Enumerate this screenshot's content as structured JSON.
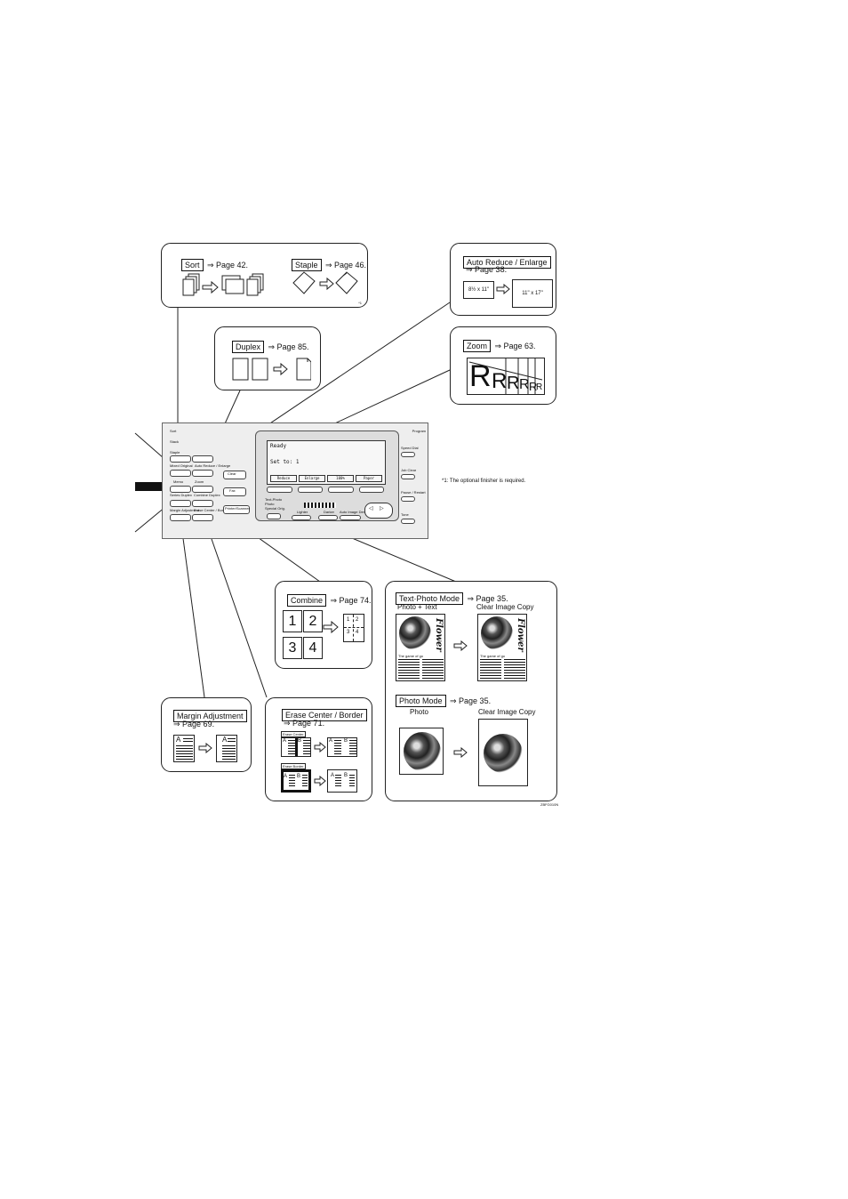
{
  "sort": {
    "label": "Sort",
    "ref": "⇒ Page 42."
  },
  "staple": {
    "label": "Staple",
    "ref": "⇒ Page 46.",
    "note_mark": "*1"
  },
  "auto_reduce": {
    "label": "Auto Reduce / Enlarge",
    "ref": "⇒ Page 38.",
    "from_size": "8½ x 11\"",
    "to_size": "11\" x 17\""
  },
  "duplex": {
    "label": "Duplex",
    "ref": "⇒ Page 85."
  },
  "zoom": {
    "label": "Zoom",
    "ref": "⇒ Page 63.",
    "letter": "R"
  },
  "footnote": "*1: The optional finisher is required.",
  "panel": {
    "display": {
      "line1": "Ready",
      "line2": "Set to: 1",
      "sub": [
        "Reduce",
        "Enlarge",
        "100%",
        "Paper"
      ]
    },
    "left_labels": [
      "Sort",
      "Stack",
      "Staple"
    ],
    "buttons": [
      "Mixed Original",
      "Auto Reduce / Enlarge",
      "Memo",
      "Zoom",
      "Series Duplex",
      "Combine Duplex",
      "Margin Adjustment",
      "Erase Center / Border"
    ],
    "right_labels": [
      "Program",
      "Speed Dial",
      "Job Clear",
      "Pause / Restart",
      "Tone"
    ],
    "mode_labels": [
      "Text-Photo",
      "Photo",
      "Special Orig."
    ],
    "density_labels": [
      "Lighter",
      "Darker",
      "Auto Image Density"
    ],
    "keys": [
      "Clear",
      "Fax",
      "Printer/Scanner"
    ]
  },
  "combine": {
    "label": "Combine",
    "ref": "⇒ Page 74.",
    "numbers": [
      "1",
      "2",
      "3",
      "4"
    ]
  },
  "text_photo": {
    "label": "Text·Photo Mode",
    "ref": "⇒ Page 35.",
    "left_title": "Photo + Text",
    "right_title": "Clear Image Copy",
    "flower_word": "Flower",
    "caption": "The game of go"
  },
  "photo_mode": {
    "label": "Photo Mode",
    "ref": "⇒ Page 35.",
    "left_title": "Photo",
    "right_title": "Clear Image Copy"
  },
  "margin": {
    "label": "Margin Adjustment",
    "ref": "⇒ Page 69.",
    "letter": "A"
  },
  "erase": {
    "label": "Erase Center / Border",
    "ref": "⇒ Page 71.",
    "center_label": "Erase Center",
    "border_label": "Erase Border",
    "letter_a": "A",
    "letter_b": "B"
  },
  "figure_code": "ZBFG010N"
}
